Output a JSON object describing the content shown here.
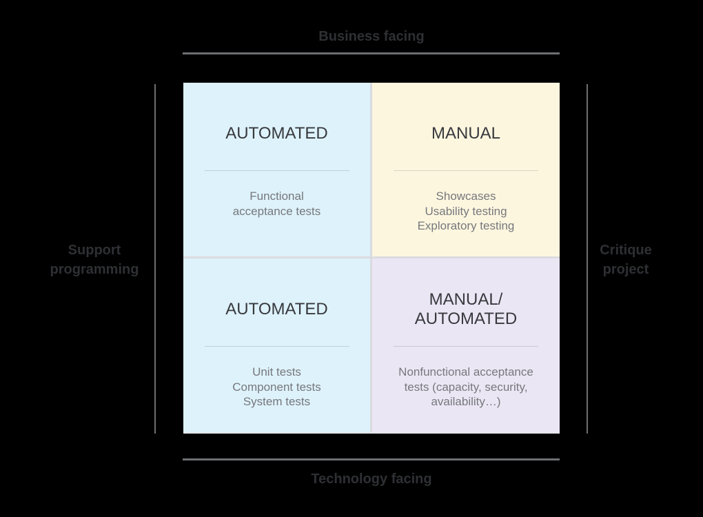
{
  "axes": {
    "top": {
      "label": "Business facing"
    },
    "bottom": {
      "label": "Technology facing"
    },
    "left": {
      "lines": [
        "Support",
        "programming"
      ]
    },
    "right": {
      "lines": [
        "Critique",
        "project"
      ]
    },
    "line_color": "#6e6f71",
    "label_color": "#2e3034"
  },
  "quadrants": [
    {
      "position": "top-left",
      "bg": "#def2fb",
      "heading_lines": [
        "AUTOMATED"
      ],
      "items": [
        "Functional",
        "acceptance tests"
      ]
    },
    {
      "position": "top-right",
      "bg": "#fdf6df",
      "heading_lines": [
        "MANUAL"
      ],
      "items": [
        "Showcases",
        "Usability testing",
        "Exploratory testing"
      ]
    },
    {
      "position": "bottom-left",
      "bg": "#def2fb",
      "heading_lines": [
        "AUTOMATED"
      ],
      "items": [
        "Unit tests",
        "Component tests",
        "System tests"
      ]
    },
    {
      "position": "bottom-right",
      "bg": "#ebe6f4",
      "heading_lines": [
        "MANUAL/",
        "AUTOMATED"
      ],
      "items": [
        "Nonfunctional acceptance",
        "tests (capacity, security,",
        "availability…)"
      ]
    }
  ],
  "colors": {
    "background": "#000000",
    "gutter": "#dadbdf",
    "heading_text": "#37393d",
    "body_text": "#76787c"
  }
}
